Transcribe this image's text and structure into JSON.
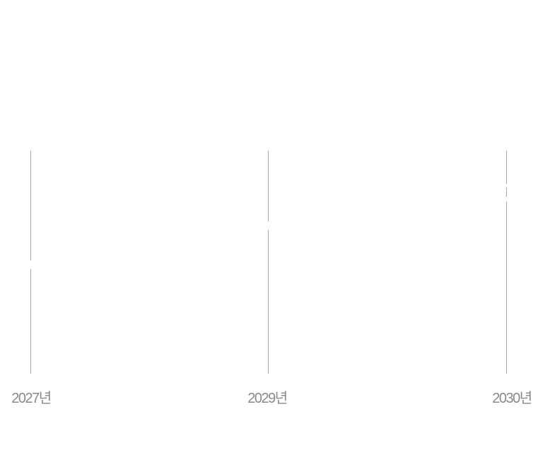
{
  "timeline": {
    "line_color": "#a8a8a8",
    "label_color": "#8a8a8a",
    "markers": [
      {
        "label": "2027년"
      },
      {
        "label": "2029년"
      },
      {
        "label": "2030년"
      }
    ]
  }
}
